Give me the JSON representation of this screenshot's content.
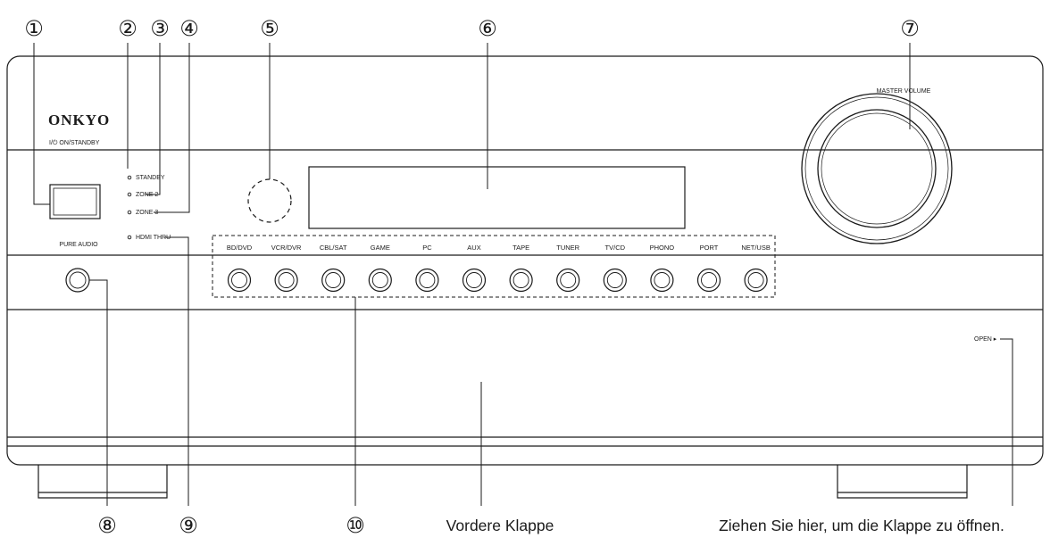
{
  "callouts": [
    "①",
    "②",
    "③",
    "④",
    "⑤",
    "⑥",
    "⑦",
    "⑧",
    "⑨",
    "⑩"
  ],
  "brand": "ONKYO",
  "power_label": "I/⏻ ON/STANDBY",
  "indicators": {
    "standby": "STANDBY",
    "zone2": "ZONE 2",
    "zone3": "ZONE 3",
    "hdmi_thru": "HDMI THRU"
  },
  "master_volume": "MASTER VOLUME",
  "pure_audio": "PURE AUDIO",
  "input_buttons": [
    "BD/DVD",
    "VCR/DVR",
    "CBL/SAT",
    "GAME",
    "PC",
    "AUX",
    "TAPE",
    "TUNER",
    "TV/CD",
    "PHONO",
    "PORT",
    "NET/USB"
  ],
  "open_label": "OPEN ▸",
  "captions": {
    "front_flap": "Vordere Klappe",
    "pull_here": "Ziehen Sie hier, um die Klappe zu öffnen."
  }
}
